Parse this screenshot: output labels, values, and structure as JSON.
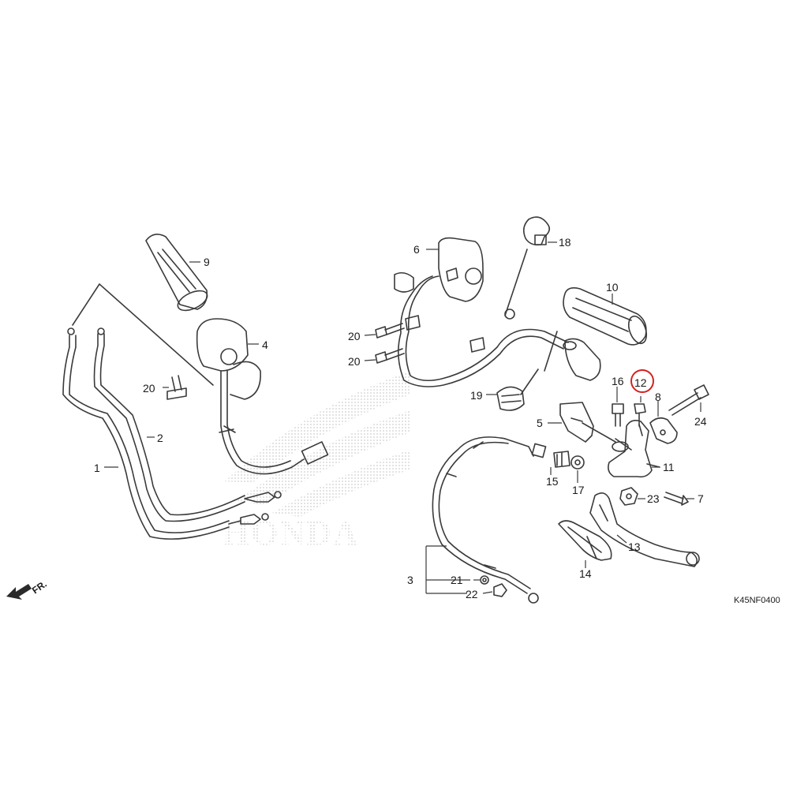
{
  "diagram": {
    "part_labels": [
      "1",
      "2",
      "3",
      "4",
      "5",
      "6",
      "7",
      "8",
      "9",
      "10",
      "11",
      "12",
      "13",
      "14",
      "15",
      "16",
      "17",
      "18",
      "19",
      "20",
      "20",
      "20",
      "21",
      "22",
      "23",
      "24"
    ],
    "direction_label": "FR.",
    "diagram_code": "K45NF0400",
    "watermark_text": "HONDA",
    "highlighted_part": "12",
    "colors": {
      "line": "#3a3a3a",
      "highlight": "#d62020",
      "watermark": "#d8d8d8"
    }
  }
}
